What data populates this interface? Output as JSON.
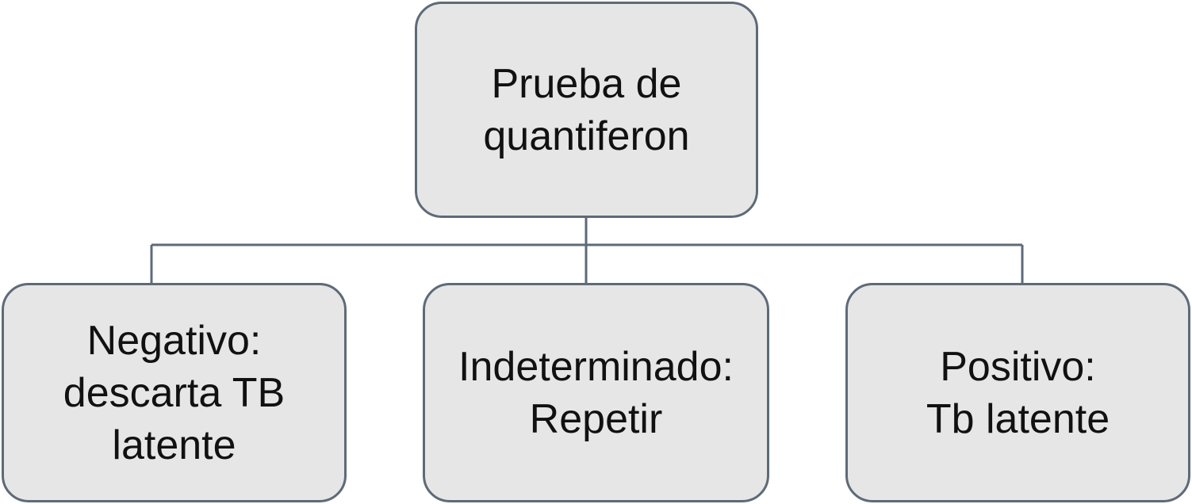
{
  "diagram": {
    "root": {
      "label": "Prueba de\nquantiferon"
    },
    "children": [
      {
        "label": "Negativo:\ndescarta TB\nlatente"
      },
      {
        "label": "Indeterminado:\nRepetir"
      },
      {
        "label": "Positivo:\nTb latente"
      }
    ]
  },
  "colors": {
    "box_fill": "#e6e6e6",
    "box_border": "#5e6a78",
    "connector": "#5e6a78",
    "text": "#111111"
  }
}
